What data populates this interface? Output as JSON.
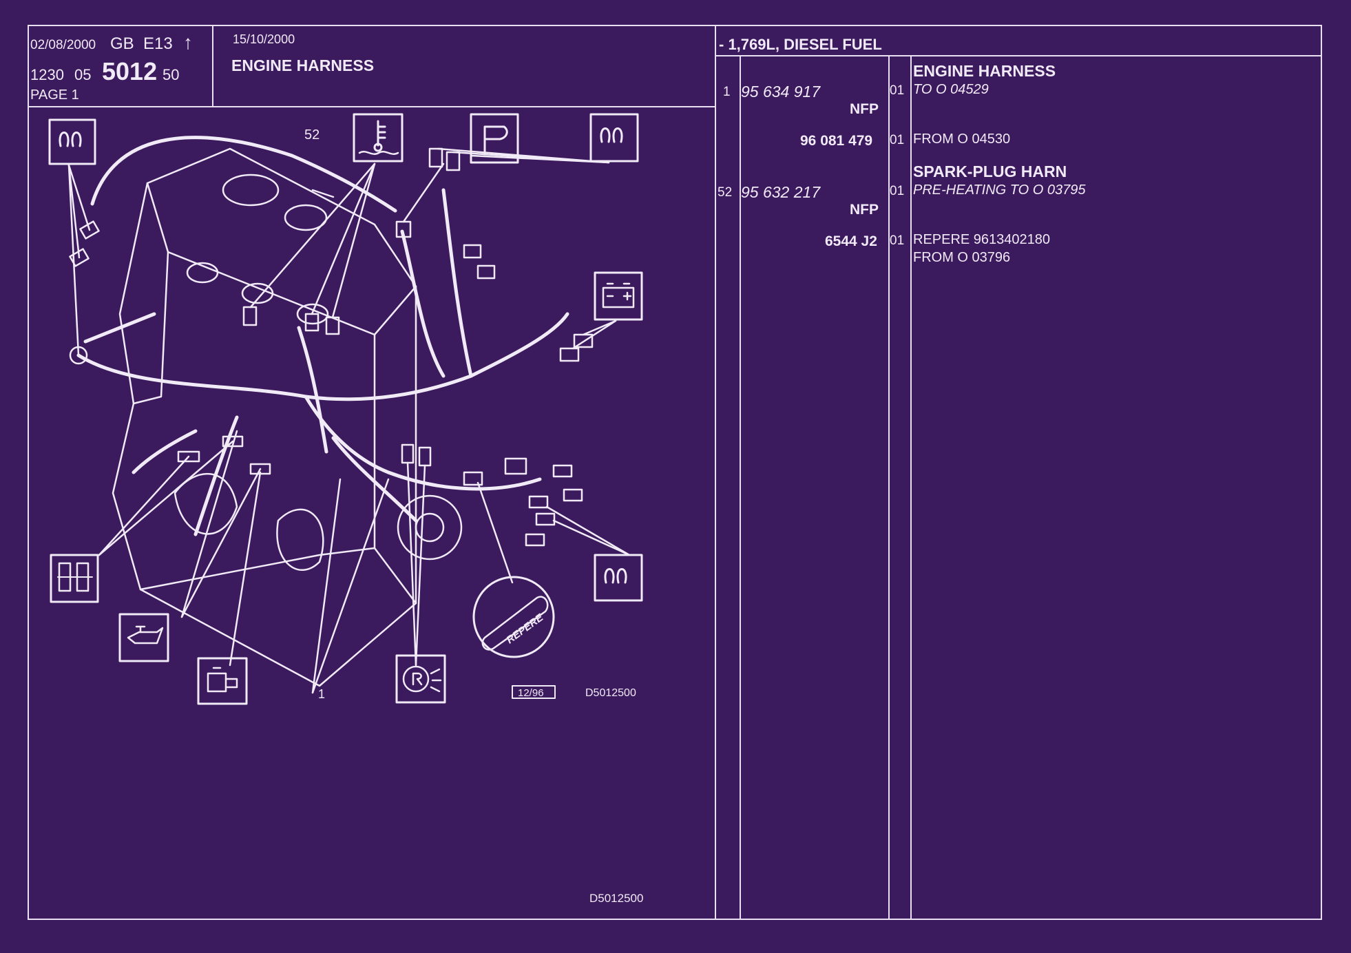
{
  "header": {
    "date_left": "02/08/2000",
    "region": "GB",
    "code": "E13",
    "arrow": "↑",
    "ref_a": "1230",
    "ref_b": "05",
    "group": "5012",
    "ref_c": "50",
    "page": "PAGE 1",
    "date_right": "15/10/2000",
    "title": "ENGINE HARNESS",
    "engine": "- 1,769L, DIESEL FUEL"
  },
  "drawing": {
    "callout_top": "52",
    "callout_bottom": "1",
    "repere_label": "REPERE",
    "date_code": "12/96",
    "drawing_ref": "D5012500",
    "footer_ref": "D5012500"
  },
  "parts": [
    {
      "ref": "1",
      "part": "95 634 917",
      "part_italic": true,
      "nfp": "NFP",
      "qty": "01",
      "title": "ENGINE HARNESS",
      "desc": "TO  O  04529",
      "desc_italic": true
    },
    {
      "ref": "",
      "part": "96 081 479",
      "part_italic": false,
      "nfp": "",
      "qty": "01",
      "title": "",
      "desc": "FROM  O  04530",
      "desc_italic": false
    },
    {
      "ref": "52",
      "part": "95 632 217",
      "part_italic": true,
      "nfp": "NFP",
      "qty": "01",
      "title": "SPARK-PLUG HARN",
      "desc": "PRE-HEATING TO  O  03795",
      "desc_italic": true
    },
    {
      "ref": "",
      "part": "6544 J2",
      "part_italic": false,
      "nfp": "",
      "qty": "01",
      "title": "",
      "desc": "REPERE  9613402180",
      "desc2": "FROM  O  03796",
      "desc_italic": false
    }
  ],
  "colors": {
    "background": "#3c1a5e",
    "ink": "#f1eaf7"
  },
  "icons": [
    "glow-plug-icon",
    "coolant-temp-icon",
    "fuel-filter-icon",
    "battery-icon",
    "relay-icon",
    "oil-pressure-icon",
    "starter-icon",
    "alternator-icon",
    "repere-tag-icon"
  ]
}
